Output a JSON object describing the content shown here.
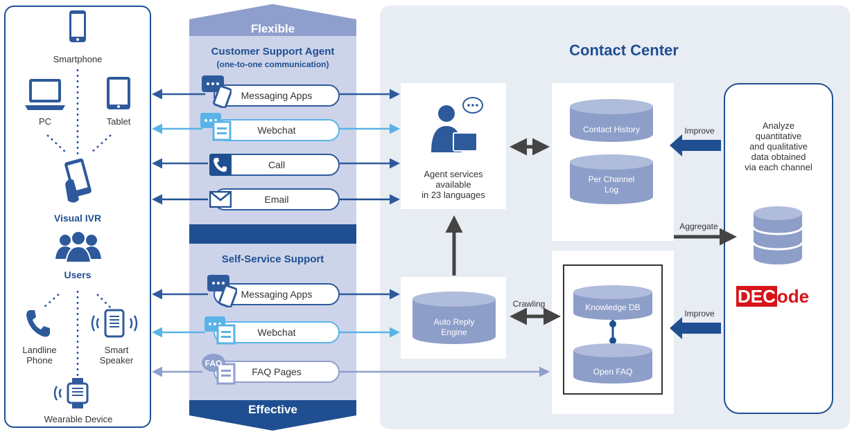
{
  "devices": {
    "smartphone": "Smartphone",
    "pc": "PC",
    "tablet": "Tablet",
    "visual_ivr": "Visual IVR",
    "users": "Users",
    "landline_line1": "Landline",
    "landline_line2": "Phone",
    "smart_speaker_line1": "Smart",
    "smart_speaker_line2": "Speaker",
    "wearable": "Wearable Device"
  },
  "channels": {
    "flexible": "Flexible",
    "effective": "Effective",
    "agent_title": "Customer Support Agent",
    "agent_subtitle": "(one-to-one communication)",
    "agent_items": [
      "Messaging Apps",
      "Webchat",
      "Call",
      "Email"
    ],
    "self_title": "Self-Service Support",
    "self_items": [
      "Messaging Apps",
      "Webchat",
      "FAQ Pages"
    ],
    "faq_badge": "FAQ"
  },
  "contact_center": {
    "title": "Contact Center",
    "agent_line1": "Agent  services",
    "agent_line2": "available",
    "agent_line3": "in 23 languages",
    "contact_history": "Contact History",
    "per_channel_line1": "Per Channel",
    "per_channel_line2": "Log",
    "auto_reply_line1": "Auto Reply",
    "auto_reply_line2": "Engine",
    "knowledge_db": "Knowledge DB",
    "open_faq": "Open FAQ",
    "crawling": "Crawling",
    "improve_top": "Improve",
    "improve_bottom": "Improve",
    "aggregate": "Aggregate"
  },
  "decode": {
    "analyze_line1": "Analyze",
    "analyze_line2": "quantitative",
    "analyze_line3": "and qualitative",
    "analyze_line4": "data obtained",
    "analyze_line5": "via each channel",
    "logo_boxed": "DEC",
    "logo_rest": "ode"
  },
  "colors": {
    "navy": "#1f4f91",
    "mid_blue": "#2e5a9c",
    "light_blue": "#5ab3e6",
    "periwinkle": "#8f9fcd",
    "panel_gray": "#e8ecf3",
    "cylinder": "#8d9ec8",
    "decode_red": "#d7141a"
  }
}
